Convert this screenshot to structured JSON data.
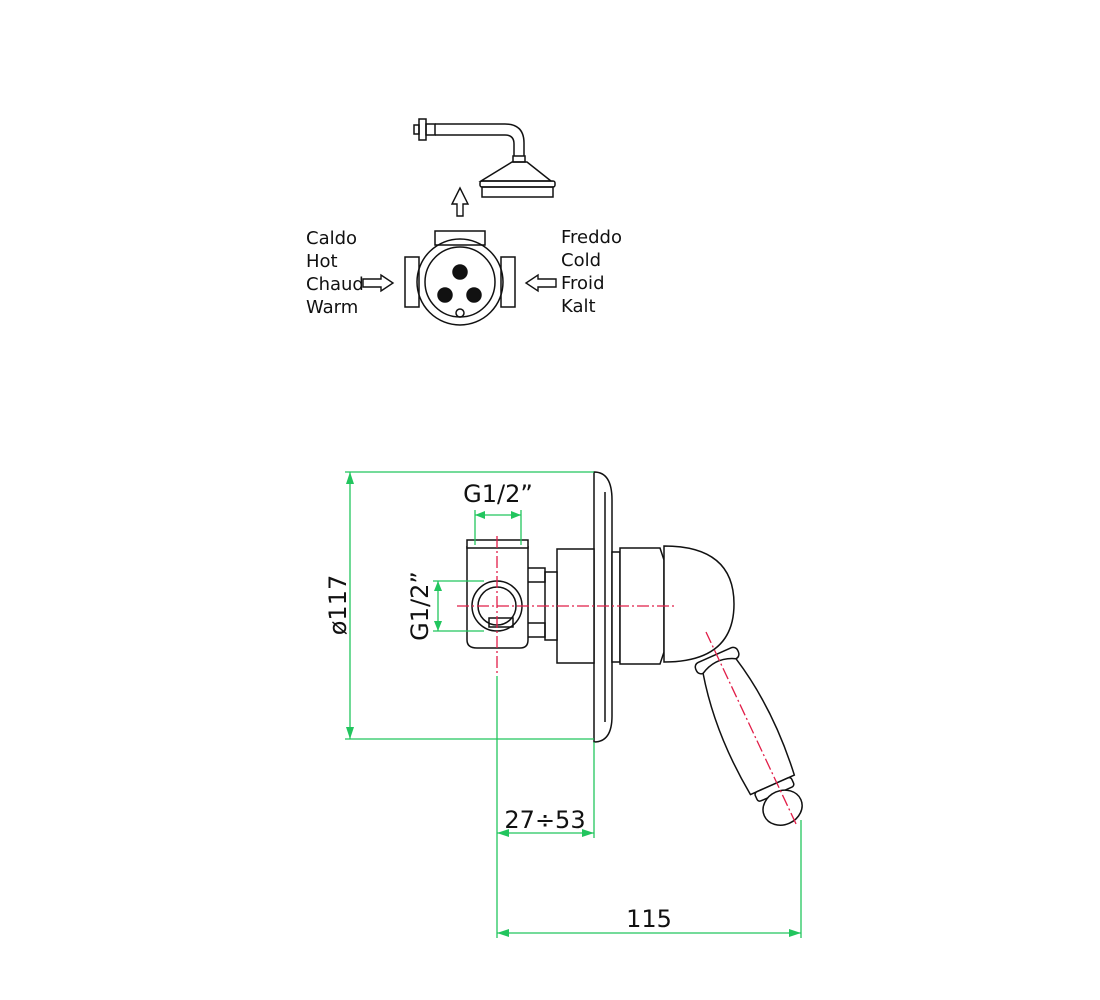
{
  "hot_side": [
    "Caldo",
    "Hot",
    "Chaud",
    "Warm"
  ],
  "cold_side": [
    "Freddo",
    "Cold",
    "Froid",
    "Kalt"
  ],
  "dimensions": {
    "thread_top": "G1/2”",
    "thread_side": "G1/2”",
    "diameter": "ø117",
    "depth_range": "27÷53",
    "overall_length": "115"
  },
  "colors": {
    "line": "#111111",
    "dimension": "#22c55e",
    "centerline": "#e11d48"
  }
}
